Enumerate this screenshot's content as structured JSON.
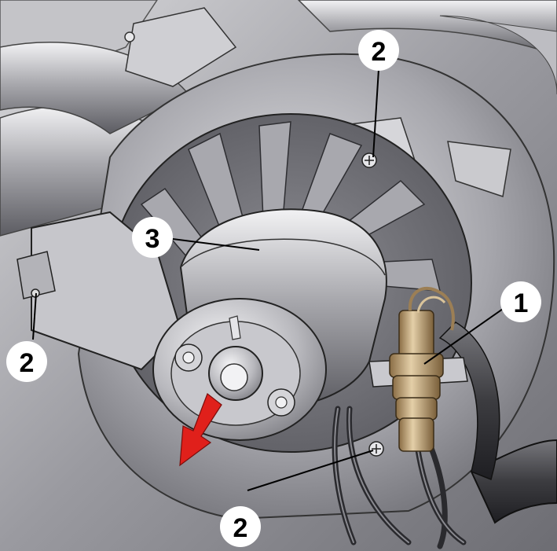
{
  "callouts": [
    {
      "id": "c1",
      "text": "1"
    },
    {
      "id": "c2a",
      "text": "2"
    },
    {
      "id": "c2b",
      "text": "2"
    },
    {
      "id": "c2c",
      "text": "2"
    },
    {
      "id": "c3",
      "text": "3"
    }
  ],
  "colors": {
    "arrow": "#e0201b",
    "connector": "#b99a6e",
    "hose": "#4a4a4e"
  },
  "icons": [
    "removal-direction-arrow-icon"
  ]
}
